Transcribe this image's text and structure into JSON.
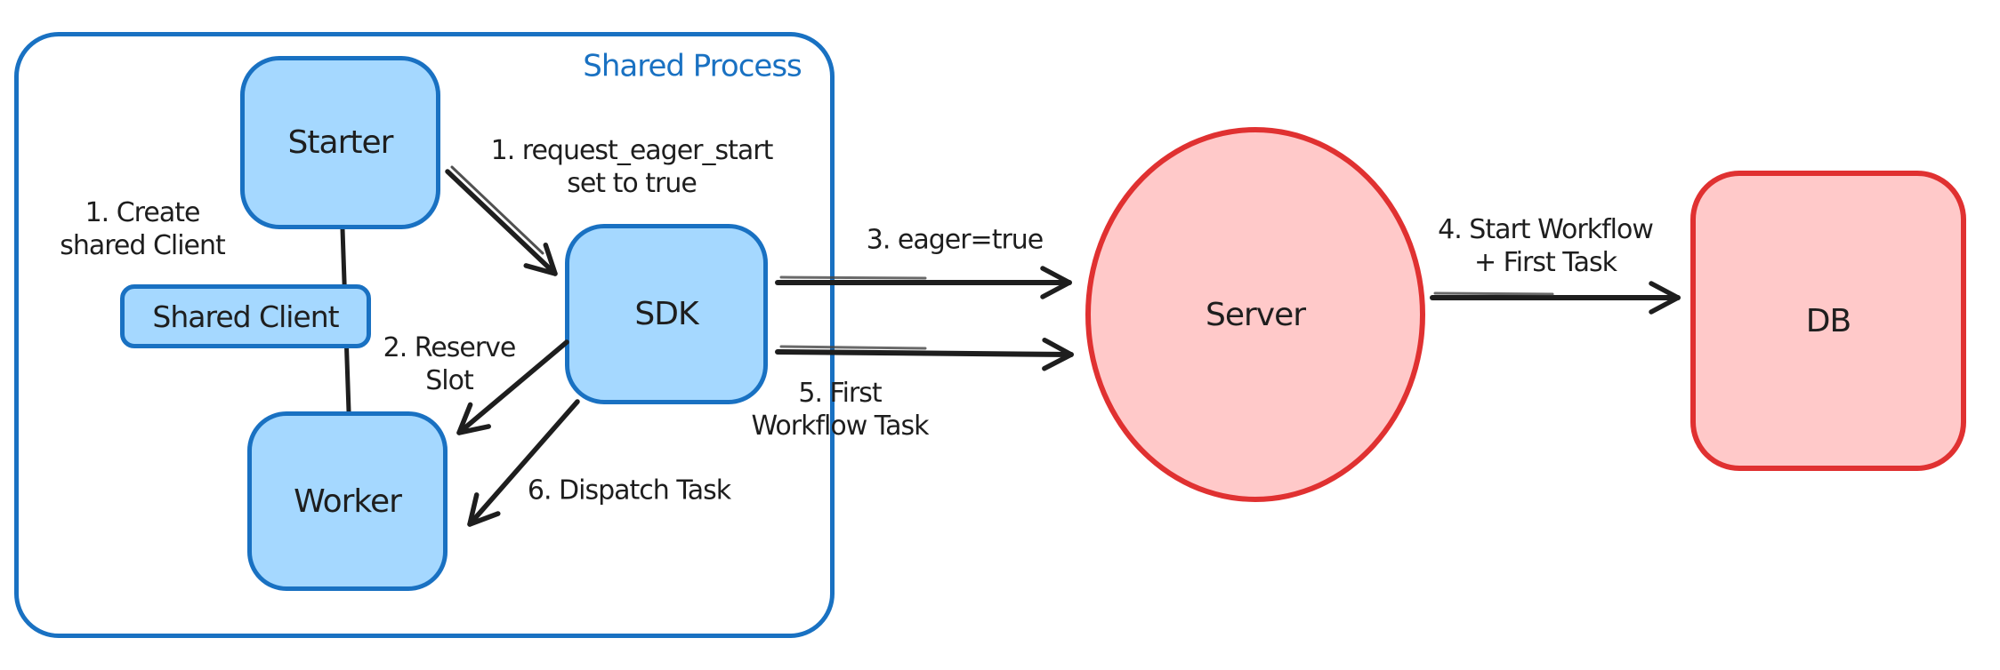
{
  "diagram": {
    "container_label": "Shared Process",
    "nodes": {
      "starter": "Starter",
      "shared_client": "Shared Client",
      "worker": "Worker",
      "sdk": "SDK",
      "server": "Server",
      "db": "DB"
    },
    "annotations": {
      "create_shared_client_l1": "1. Create",
      "create_shared_client_l2": "shared Client",
      "request_eager_start_l1": "1. request_eager_start",
      "request_eager_start_l2": "set to true",
      "reserve_slot_l1": "2. Reserve",
      "reserve_slot_l2": "Slot",
      "eager_true": "3. eager=true",
      "start_workflow_l1": "4. Start Workflow",
      "start_workflow_l2": "+ First Task",
      "first_workflow_task_l1": "5. First",
      "first_workflow_task_l2": "Workflow Task",
      "dispatch_task": "6. Dispatch Task"
    },
    "colors": {
      "blue_stroke": "#1971c2",
      "blue_fill": "#a5d8ff",
      "red_stroke": "#e03131",
      "red_fill": "#ffc9c9",
      "ink": "#1e1e1e",
      "background": "#ffffff"
    }
  }
}
